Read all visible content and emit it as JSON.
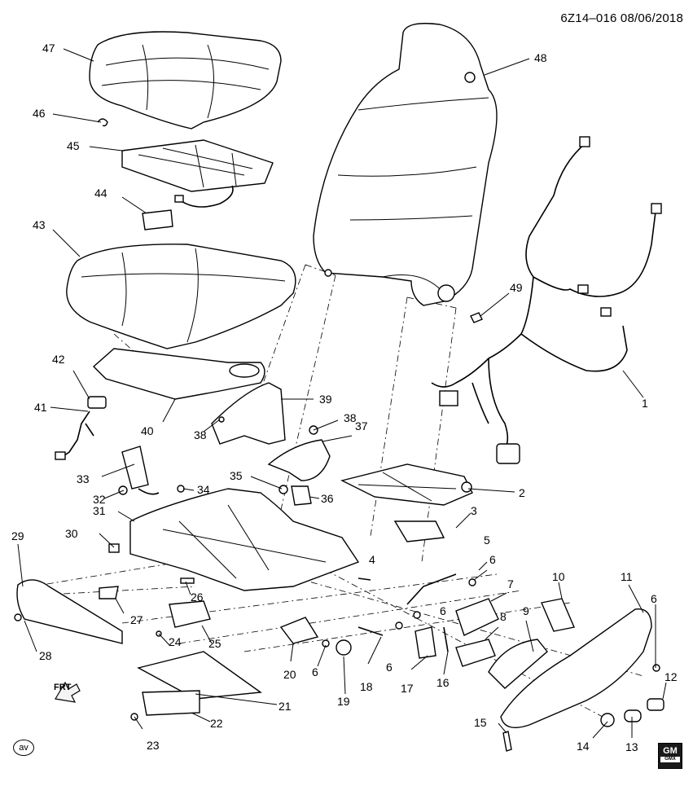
{
  "header": {
    "diagram_id": "6Z14–016 08/06/2018"
  },
  "badges": {
    "av": "av",
    "frt": "FRT",
    "gm_top": "GM",
    "gm_bottom": "GMX"
  },
  "callouts": [
    "1",
    "2",
    "3",
    "4",
    "5",
    "6",
    "7",
    "8",
    "9",
    "10",
    "11",
    "12",
    "13",
    "14",
    "15",
    "16",
    "17",
    "18",
    "19",
    "20",
    "21",
    "22",
    "23",
    "24",
    "25",
    "26",
    "27",
    "28",
    "29",
    "30",
    "31",
    "32",
    "33",
    "34",
    "35",
    "36",
    "37",
    "38",
    "39",
    "40",
    "41",
    "42",
    "43",
    "44",
    "45",
    "46",
    "47",
    "48",
    "49"
  ]
}
